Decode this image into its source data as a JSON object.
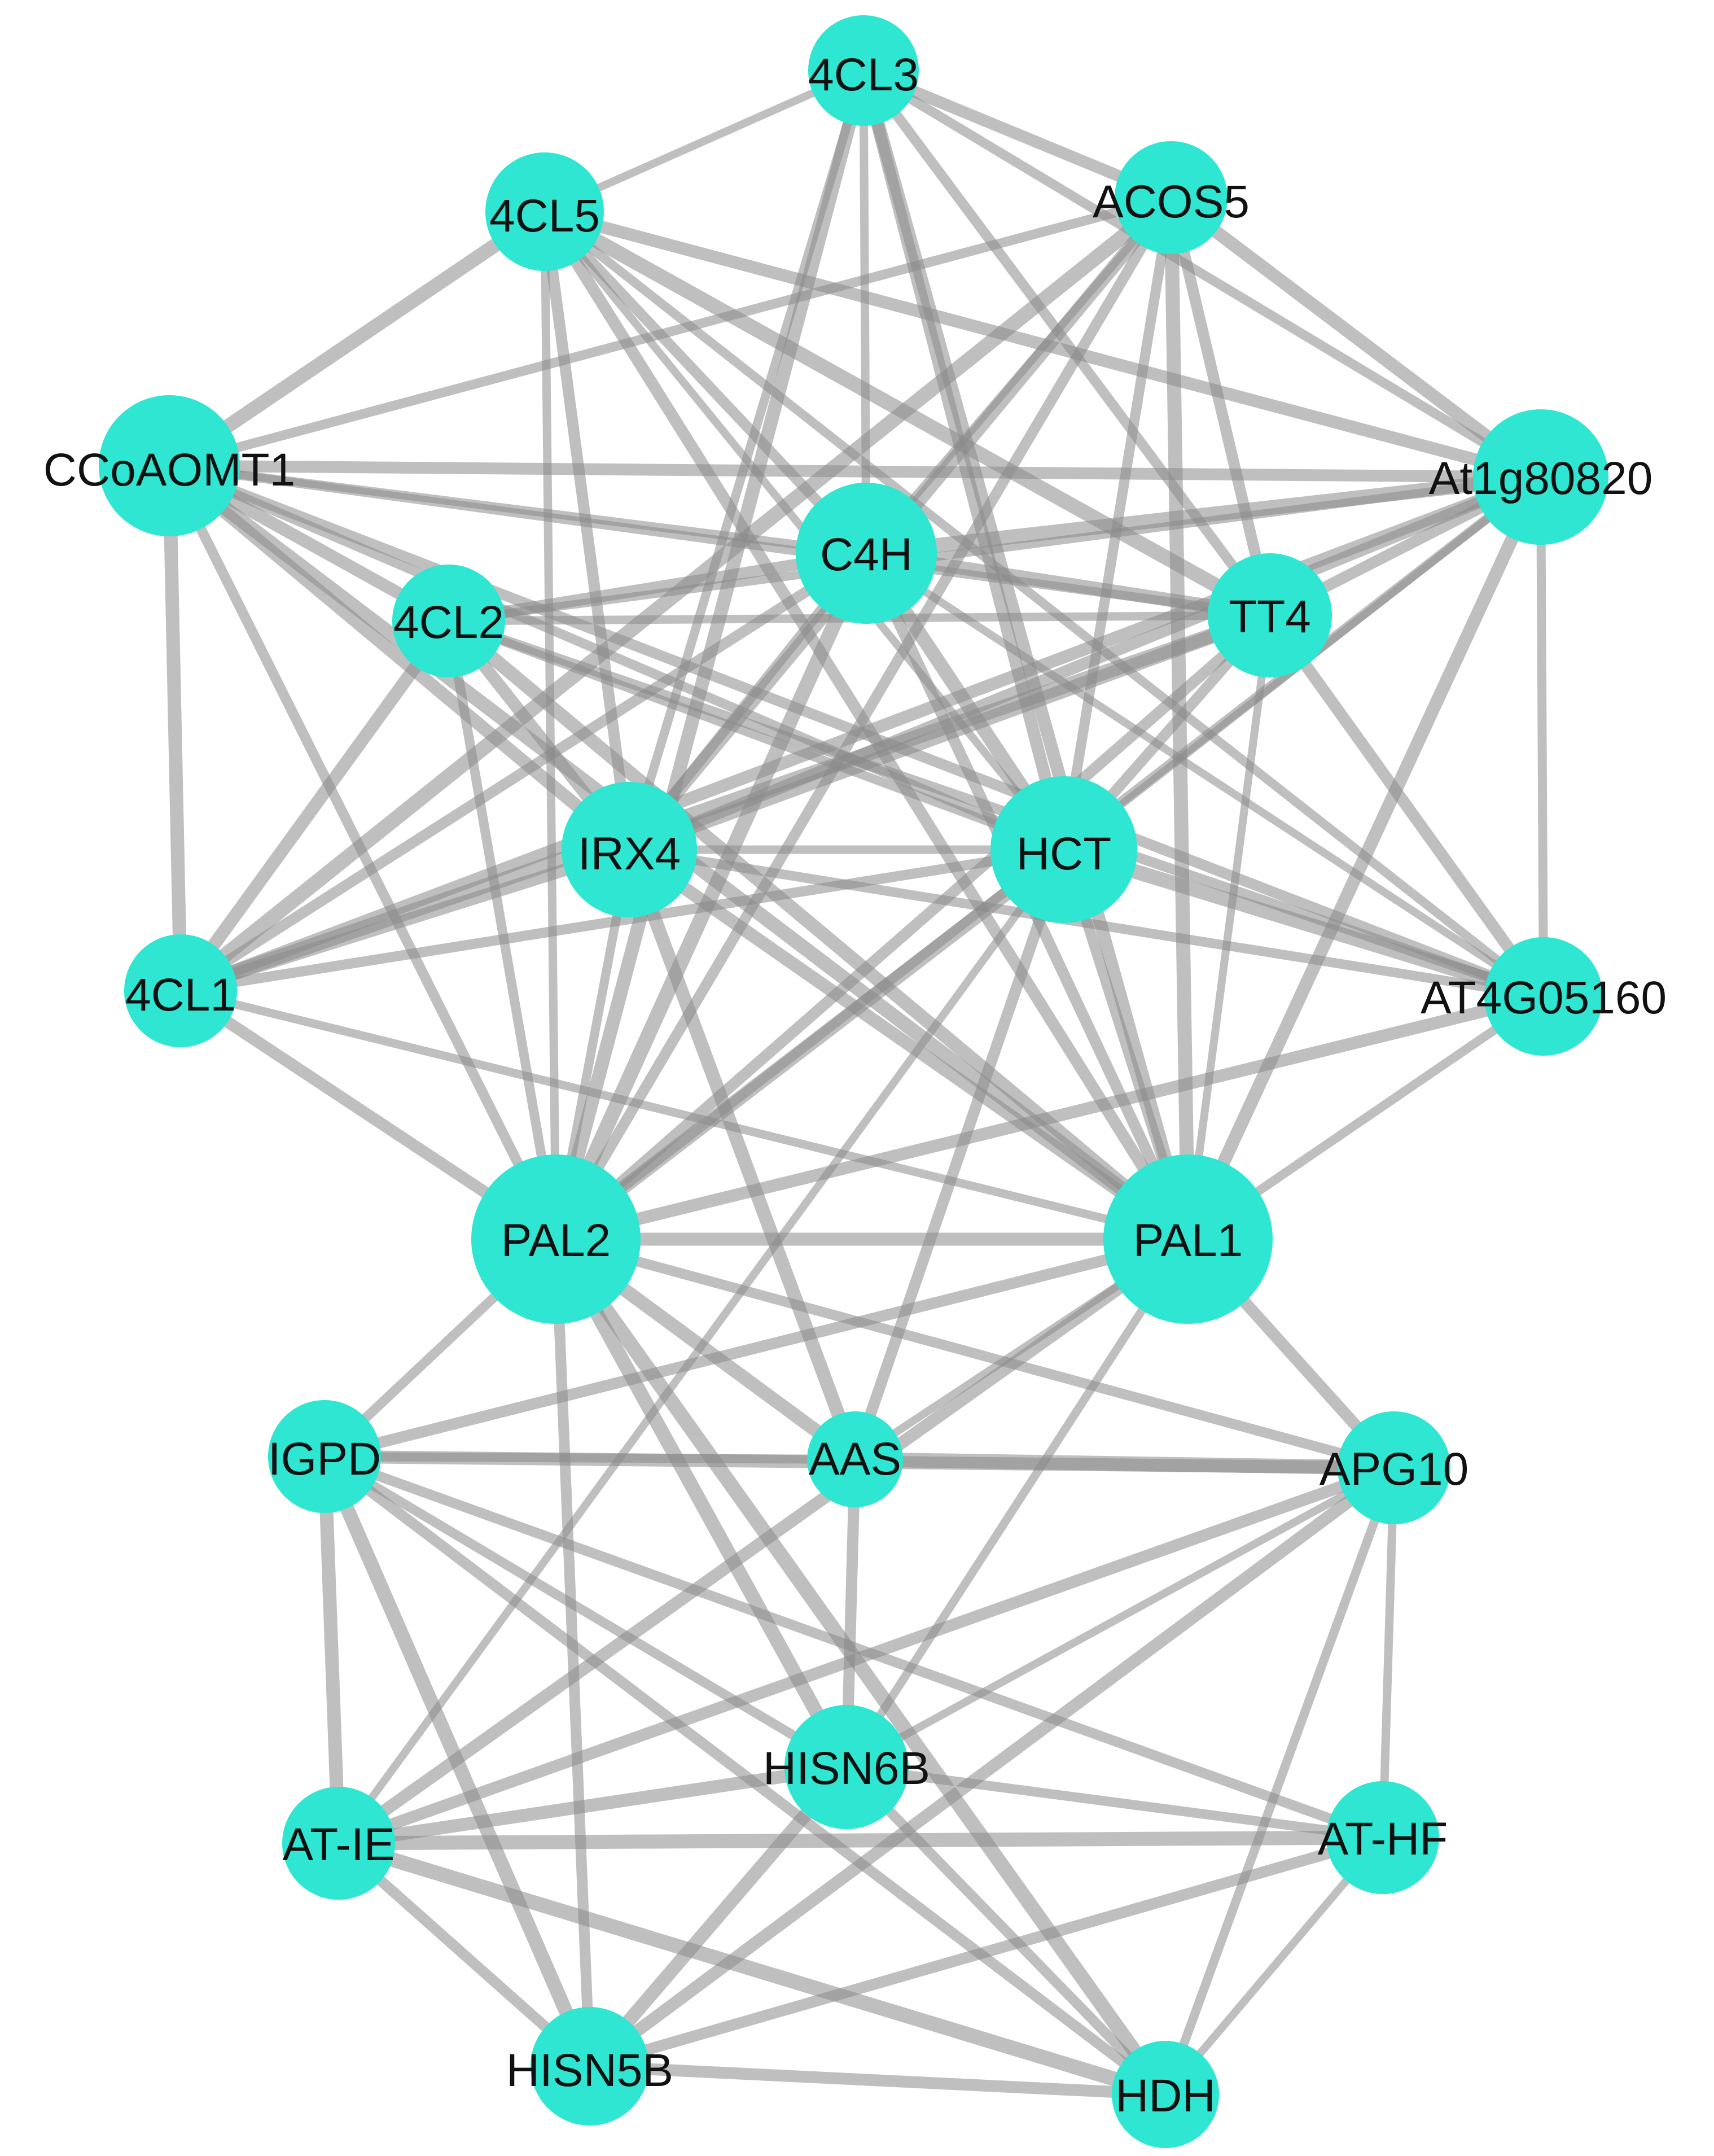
{
  "colors": {
    "node": "#2ee6d1",
    "edge": "#8a8a8a",
    "label": "#111111"
  },
  "nodes": [
    {
      "id": "4CL3",
      "label": "4CL3"
    },
    {
      "id": "4CL5",
      "label": "4CL5"
    },
    {
      "id": "ACOS5",
      "label": "ACOS5"
    },
    {
      "id": "CCoAOMT1",
      "label": "CCoAOMT1"
    },
    {
      "id": "At1g80820",
      "label": "At1g80820"
    },
    {
      "id": "C4H",
      "label": "C4H"
    },
    {
      "id": "4CL2",
      "label": "4CL2"
    },
    {
      "id": "TT4",
      "label": "TT4"
    },
    {
      "id": "IRX4",
      "label": "IRX4"
    },
    {
      "id": "HCT",
      "label": "HCT"
    },
    {
      "id": "4CL1",
      "label": "4CL1"
    },
    {
      "id": "AT4G05160",
      "label": "AT4G05160"
    },
    {
      "id": "PAL2",
      "label": "PAL2"
    },
    {
      "id": "PAL1",
      "label": "PAL1"
    },
    {
      "id": "IGPD",
      "label": "IGPD"
    },
    {
      "id": "AAS",
      "label": "AAS"
    },
    {
      "id": "APG10",
      "label": "APG10"
    },
    {
      "id": "HISN6B",
      "label": "HISN6B"
    },
    {
      "id": "AT-IE",
      "label": "AT-IE"
    },
    {
      "id": "AT-HF",
      "label": "AT-HF"
    },
    {
      "id": "HISN5B",
      "label": "HISN5B"
    },
    {
      "id": "HDH",
      "label": "HDH"
    }
  ],
  "edges": [
    [
      "4CL3",
      "4CL5"
    ],
    [
      "4CL3",
      "ACOS5"
    ],
    [
      "4CL3",
      "C4H"
    ],
    [
      "4CL3",
      "HCT"
    ],
    [
      "4CL3",
      "IRX4"
    ],
    [
      "4CL3",
      "PAL1"
    ],
    [
      "4CL3",
      "At1g80820"
    ],
    [
      "4CL3",
      "PAL2"
    ],
    [
      "4CL3",
      "TT4"
    ],
    [
      "4CL5",
      "CCoAOMT1"
    ],
    [
      "4CL5",
      "C4H"
    ],
    [
      "4CL5",
      "TT4"
    ],
    [
      "4CL5",
      "IRX4"
    ],
    [
      "4CL5",
      "HCT"
    ],
    [
      "4CL5",
      "PAL1"
    ],
    [
      "4CL5",
      "PAL2"
    ],
    [
      "4CL5",
      "At1g80820"
    ],
    [
      "4CL5",
      "AT4G05160"
    ],
    [
      "ACOS5",
      "At1g80820"
    ],
    [
      "ACOS5",
      "CCoAOMT1"
    ],
    [
      "ACOS5",
      "IRX4"
    ],
    [
      "ACOS5",
      "HCT"
    ],
    [
      "ACOS5",
      "PAL1"
    ],
    [
      "ACOS5",
      "PAL2"
    ],
    [
      "ACOS5",
      "4CL1"
    ],
    [
      "ACOS5",
      "TT4"
    ],
    [
      "ACOS5",
      "C4H"
    ],
    [
      "CCoAOMT1",
      "At1g80820"
    ],
    [
      "CCoAOMT1",
      "C4H"
    ],
    [
      "CCoAOMT1",
      "4CL2"
    ],
    [
      "CCoAOMT1",
      "TT4"
    ],
    [
      "CCoAOMT1",
      "IRX4"
    ],
    [
      "CCoAOMT1",
      "HCT"
    ],
    [
      "CCoAOMT1",
      "4CL1"
    ],
    [
      "CCoAOMT1",
      "PAL2"
    ],
    [
      "CCoAOMT1",
      "PAL1"
    ],
    [
      "CCoAOMT1",
      "AT4G05160"
    ],
    [
      "At1g80820",
      "C4H"
    ],
    [
      "At1g80820",
      "TT4"
    ],
    [
      "At1g80820",
      "HCT"
    ],
    [
      "At1g80820",
      "IRX4"
    ],
    [
      "At1g80820",
      "4CL2"
    ],
    [
      "At1g80820",
      "4CL1"
    ],
    [
      "At1g80820",
      "AT4G05160"
    ],
    [
      "At1g80820",
      "PAL1"
    ],
    [
      "At1g80820",
      "PAL2"
    ],
    [
      "C4H",
      "TT4"
    ],
    [
      "C4H",
      "IRX4"
    ],
    [
      "C4H",
      "HCT"
    ],
    [
      "C4H",
      "4CL1"
    ],
    [
      "C4H",
      "PAL2"
    ],
    [
      "C4H",
      "PAL1"
    ],
    [
      "C4H",
      "AT4G05160"
    ],
    [
      "C4H",
      "4CL2"
    ],
    [
      "4CL2",
      "TT4"
    ],
    [
      "4CL2",
      "IRX4"
    ],
    [
      "4CL2",
      "HCT"
    ],
    [
      "4CL2",
      "4CL1"
    ],
    [
      "4CL2",
      "PAL2"
    ],
    [
      "4CL2",
      "PAL1"
    ],
    [
      "4CL2",
      "AT4G05160"
    ],
    [
      "TT4",
      "IRX4"
    ],
    [
      "TT4",
      "HCT"
    ],
    [
      "TT4",
      "4CL1"
    ],
    [
      "TT4",
      "PAL2"
    ],
    [
      "TT4",
      "PAL1"
    ],
    [
      "TT4",
      "AT4G05160"
    ],
    [
      "IRX4",
      "HCT"
    ],
    [
      "IRX4",
      "4CL1"
    ],
    [
      "IRX4",
      "PAL2"
    ],
    [
      "IRX4",
      "PAL1"
    ],
    [
      "IRX4",
      "AT4G05160"
    ],
    [
      "IRX4",
      "AAS"
    ],
    [
      "HCT",
      "4CL1"
    ],
    [
      "HCT",
      "PAL2"
    ],
    [
      "HCT",
      "PAL1"
    ],
    [
      "HCT",
      "AT4G05160"
    ],
    [
      "HCT",
      "AAS"
    ],
    [
      "HCT",
      "AT-IE"
    ],
    [
      "4CL1",
      "PAL2"
    ],
    [
      "4CL1",
      "PAL1"
    ],
    [
      "AT4G05160",
      "PAL2"
    ],
    [
      "AT4G05160",
      "PAL1"
    ],
    [
      "PAL2",
      "PAL1"
    ],
    [
      "PAL2",
      "IGPD"
    ],
    [
      "PAL2",
      "AAS"
    ],
    [
      "PAL2",
      "APG10"
    ],
    [
      "PAL2",
      "HISN6B"
    ],
    [
      "PAL2",
      "HISN5B"
    ],
    [
      "PAL2",
      "HDH"
    ],
    [
      "PAL1",
      "IGPD"
    ],
    [
      "PAL1",
      "AAS"
    ],
    [
      "PAL1",
      "APG10"
    ],
    [
      "PAL1",
      "HISN6B"
    ],
    [
      "PAL1",
      "AT-IE"
    ],
    [
      "IGPD",
      "AAS"
    ],
    [
      "IGPD",
      "APG10"
    ],
    [
      "IGPD",
      "HISN6B"
    ],
    [
      "IGPD",
      "AT-IE"
    ],
    [
      "IGPD",
      "AT-HF"
    ],
    [
      "IGPD",
      "HISN5B"
    ],
    [
      "IGPD",
      "HDH"
    ],
    [
      "AAS",
      "APG10"
    ],
    [
      "AAS",
      "HISN6B"
    ],
    [
      "APG10",
      "HISN6B"
    ],
    [
      "APG10",
      "AT-IE"
    ],
    [
      "APG10",
      "AT-HF"
    ],
    [
      "APG10",
      "HISN5B"
    ],
    [
      "APG10",
      "HDH"
    ],
    [
      "HISN6B",
      "AT-IE"
    ],
    [
      "HISN6B",
      "AT-HF"
    ],
    [
      "HISN6B",
      "HISN5B"
    ],
    [
      "HISN6B",
      "HDH"
    ],
    [
      "AT-IE",
      "AT-HF"
    ],
    [
      "AT-IE",
      "HISN5B"
    ],
    [
      "AT-IE",
      "HDH"
    ],
    [
      "AT-HF",
      "HISN5B"
    ],
    [
      "AT-HF",
      "HDH"
    ],
    [
      "HISN5B",
      "HDH"
    ]
  ]
}
